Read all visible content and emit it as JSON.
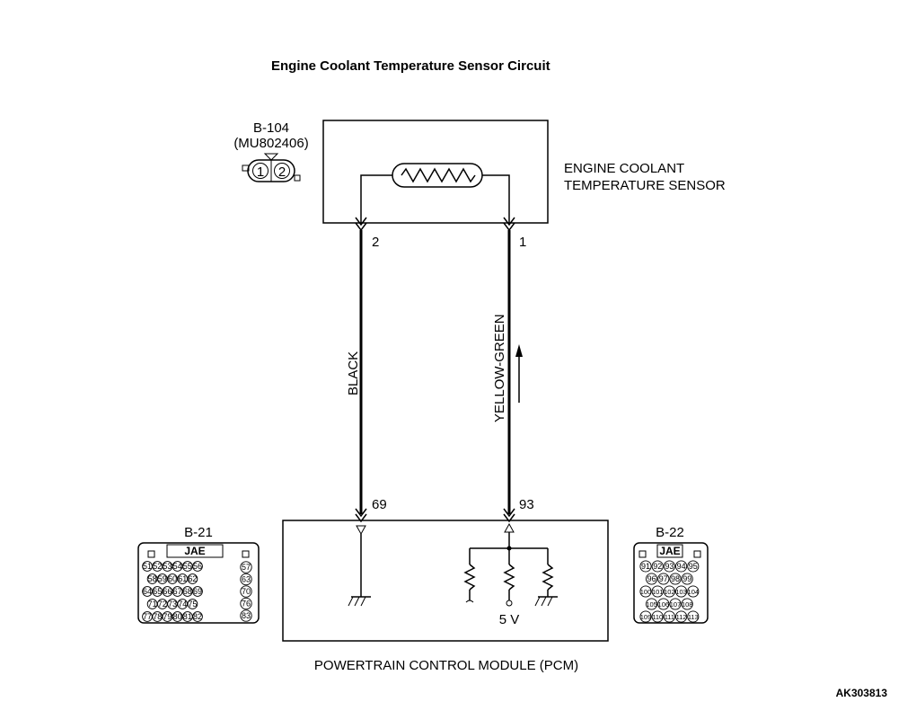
{
  "title": "Engine Coolant Temperature Sensor Circuit",
  "sensor": {
    "connector_id": "B-104",
    "connector_part": "(MU802406)",
    "name_line1": "ENGINE COOLANT",
    "name_line2": "TEMPERATURE SENSOR",
    "pin_left": "2",
    "pin_right": "1",
    "connector_pins": [
      "1",
      "2"
    ]
  },
  "wires": {
    "left_color": "BLACK",
    "right_color": "YELLOW-GREEN"
  },
  "pcm": {
    "name": "POWERTRAIN CONTROL MODULE (PCM)",
    "pin_left": "69",
    "pin_right": "93",
    "voltage": "5 V"
  },
  "connector_b21": {
    "id": "B-21",
    "maker": "JAE",
    "rows": [
      [
        "51",
        "52",
        "53",
        "54",
        "55",
        "56"
      ],
      [
        "58",
        "59",
        "60",
        "61",
        "62"
      ],
      [
        "64",
        "65",
        "66",
        "67",
        "68",
        "69"
      ],
      [
        "71",
        "72",
        "73",
        "74",
        "75"
      ],
      [
        "77",
        "78",
        "79",
        "80",
        "81",
        "82"
      ]
    ],
    "side": [
      "57",
      "63",
      "70",
      "76",
      "83"
    ]
  },
  "connector_b22": {
    "id": "B-22",
    "maker": "JAE",
    "rows": [
      [
        "91",
        "92",
        "93",
        "94",
        "95"
      ],
      [
        "96",
        "97",
        "98",
        "99"
      ],
      [
        "100",
        "101",
        "102",
        "103",
        "104"
      ],
      [
        "105",
        "106",
        "107",
        "108"
      ],
      [
        "109",
        "110",
        "111",
        "112",
        "113"
      ]
    ]
  },
  "figure_code": "AK303813"
}
